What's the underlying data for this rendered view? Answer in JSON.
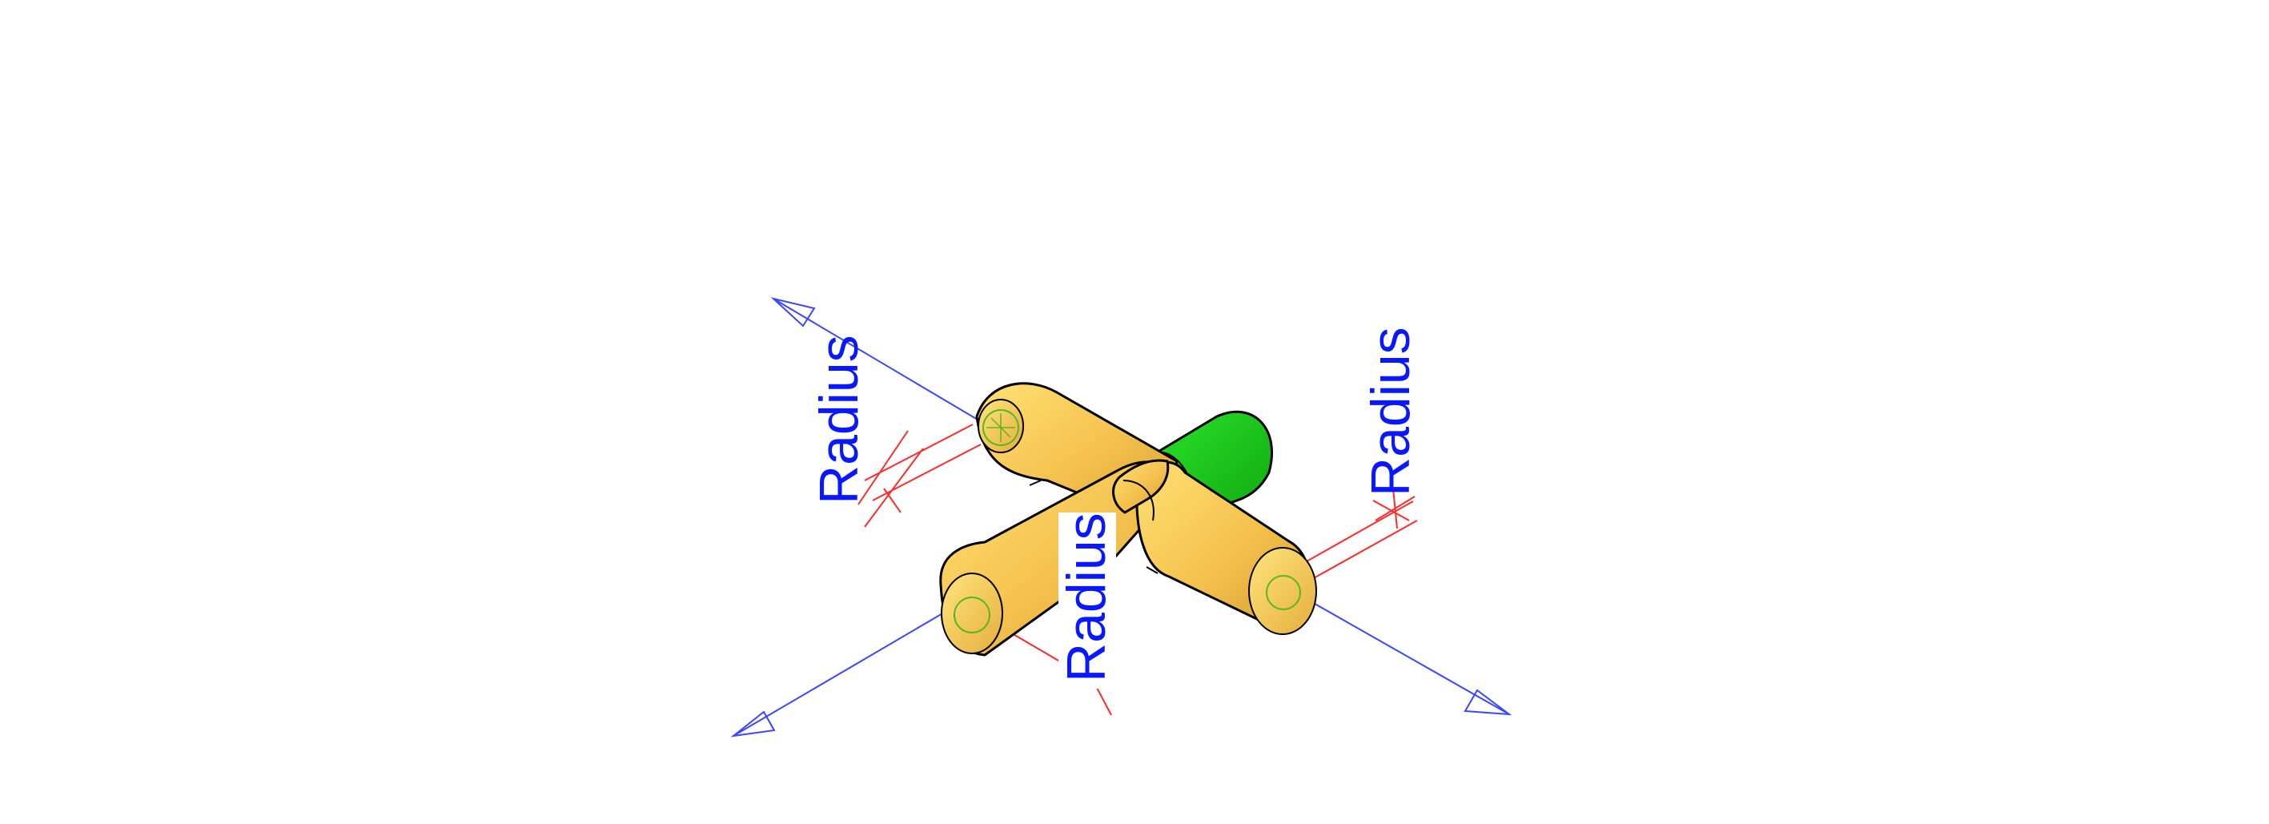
{
  "scene": {
    "labels": {
      "radius_left": "Radius",
      "radius_center": "Radius",
      "radius_right": "Radius"
    },
    "colors": {
      "body": "#f4c04d",
      "body_light": "#ffd766",
      "body_shadow": "#d19a2f",
      "cap": "#ffd45e",
      "green_cap": "#17cc17",
      "outline": "#000000",
      "blue_axis": "#3a46ff",
      "red_dimension": "#ff2b2b",
      "label_blue": "#0a18ff",
      "background": "#ffffff"
    },
    "icons": {
      "arrowheads": "triangle-arrowhead-icon",
      "tube_markers": "circle-marker-icon"
    }
  }
}
